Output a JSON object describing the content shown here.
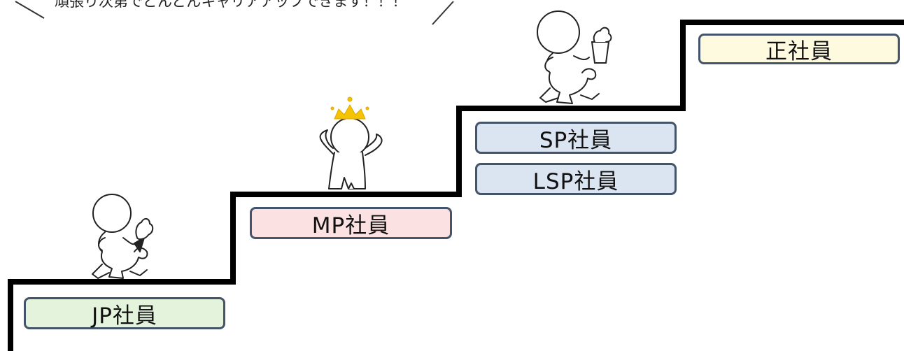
{
  "banner": {
    "text": "頑張り次第でどんどんキャリアアップできます！！！"
  },
  "levels": [
    {
      "id": "jp",
      "label": "JP社員",
      "fill": "#e3f3dc"
    },
    {
      "id": "mp",
      "label": "MP社員",
      "fill": "#fbe1e1"
    },
    {
      "id": "sp",
      "label": "SP社員",
      "fill": "#dbe4f1"
    },
    {
      "id": "lsp",
      "label": "LSP社員",
      "fill": "#dbe4f1"
    },
    {
      "id": "sei",
      "label": "正社員",
      "fill": "#fdfae0"
    }
  ],
  "colors": {
    "stairs": "#000000",
    "box_border": "#44546a",
    "crown": "#f5c400"
  },
  "icons": [
    "character-icecream-walking-icon",
    "character-crowned-cheering-icon",
    "character-icecream-climbing-icon"
  ]
}
